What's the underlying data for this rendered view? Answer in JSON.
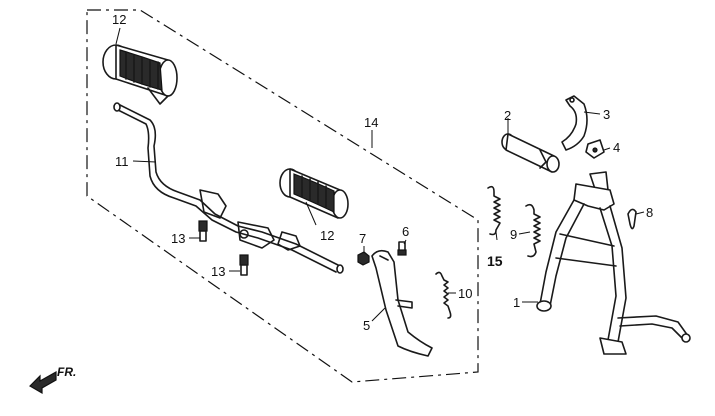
{
  "callouts": {
    "p1": "1",
    "p2": "2",
    "p3": "3",
    "p4": "4",
    "p5": "5",
    "p6": "6",
    "p7": "7",
    "p8": "8",
    "p9": "9",
    "p10": "10",
    "p11": "11",
    "p12_top": "12",
    "p12_right": "12",
    "p13_upper": "13",
    "p13_lower": "13",
    "p14": "14",
    "p15": "15"
  },
  "direction": {
    "label": "FR."
  }
}
